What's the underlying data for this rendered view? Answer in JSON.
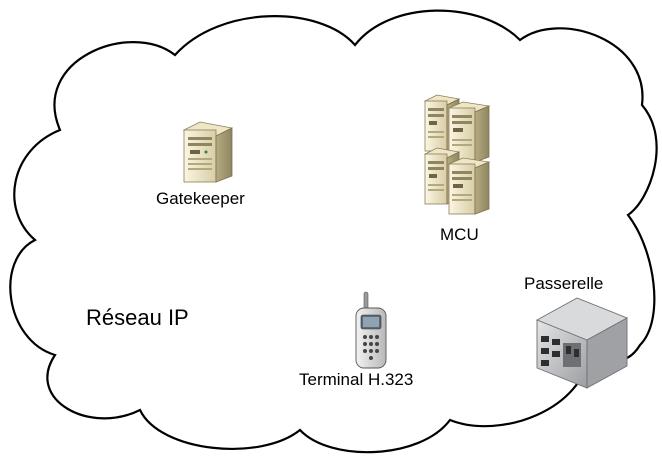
{
  "diagram": {
    "network_label": "Réseau IP",
    "nodes": [
      {
        "id": "gatekeeper",
        "label": "Gatekeeper",
        "icon": "server-tower-icon"
      },
      {
        "id": "mcu",
        "label": "MCU",
        "icon": "server-cluster-icon"
      },
      {
        "id": "passerelle",
        "label": "Passerelle",
        "icon": "gateway-box-icon"
      },
      {
        "id": "terminal",
        "label": "Terminal H.323",
        "icon": "mobile-phone-icon"
      }
    ]
  },
  "colors": {
    "cloud_stroke": "#000000",
    "cloud_fill": "#ffffff",
    "server_light": "#f2ead0",
    "server_dark": "#b9ad83",
    "gateway_gray": "#a9aaac"
  }
}
